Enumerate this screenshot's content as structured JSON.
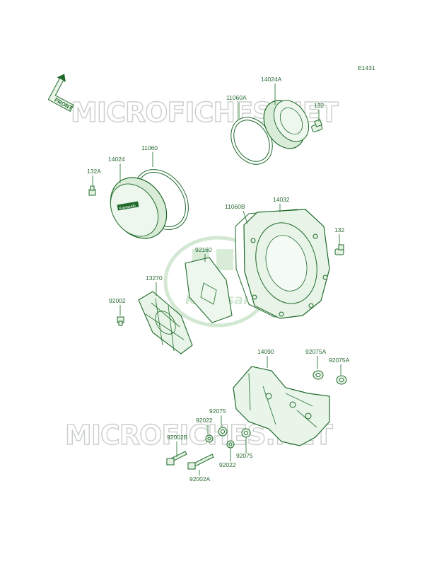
{
  "diagram_code": "E1431",
  "front_label": "FRONT",
  "watermark": {
    "top": "MICROFICHES.NET",
    "bottom": "MICROFICHES.NET",
    "logo": "Kawasaki"
  },
  "parts": {
    "p14024A": "14024A",
    "p11060A": "11060A",
    "p132_top": "132",
    "p14024": "14024",
    "p11060": "11060",
    "p132A": "132A",
    "p11060B": "11060B",
    "p14032": "14032",
    "p132_mid": "132",
    "p92160": "92160",
    "p13270": "13270",
    "p92002": "92002",
    "p14090": "14090",
    "p92075A_1": "92075A",
    "p92075A_2": "92075A",
    "p92075_1": "92075",
    "p92022_1": "92022",
    "p92002B": "92002B",
    "p92075_2": "92075",
    "p92022_2": "92022",
    "p92002A": "92002A"
  },
  "cover_badge_text": "Kawasaki"
}
